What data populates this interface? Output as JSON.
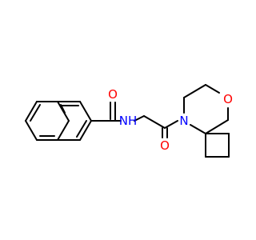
{
  "molecule": {
    "colors": {
      "bond": "#000000",
      "oxygen": "#ff0000",
      "nitrogen": "#0000ff",
      "background": "#ffffff"
    },
    "atoms": {
      "carbonyl_oxygen_left": "O",
      "amide_nitrogen": "NH",
      "carbonyl_oxygen_right": "O",
      "ring_nitrogen": "N",
      "ring_oxygen": "O"
    }
  }
}
